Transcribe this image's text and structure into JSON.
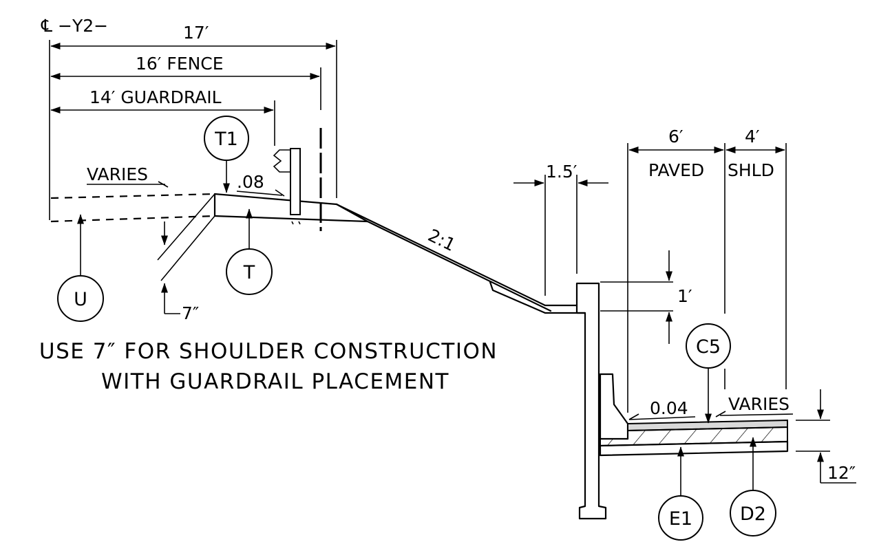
{
  "labels": {
    "centerline": "℄ −Y2−",
    "dim_17": "17′",
    "dim_16_fence": "16′ FENCE",
    "dim_14_guardrail": "14′ GUARDRAIL",
    "varies_left": "VARIES",
    "slope_08": ".08",
    "slope_21": "2:1",
    "dim_15": "1.5′",
    "dim_6": "6′",
    "dim_4": "4′",
    "paved": "PAVED",
    "shld": "SHLD",
    "dim_1ft": "1′",
    "dim_7in": "7″",
    "slope_004": "0.04",
    "varies_right": "VARIES",
    "dim_12in": "12″"
  },
  "notes": {
    "line1": "USE 7″ FOR SHOULDER CONSTRUCTION",
    "line2": "WITH  GUARDRAIL PLACEMENT"
  },
  "callouts": {
    "T1": "T1",
    "T": "T",
    "U": "U",
    "C5": "C5",
    "E1": "E1",
    "D2": "D2"
  }
}
